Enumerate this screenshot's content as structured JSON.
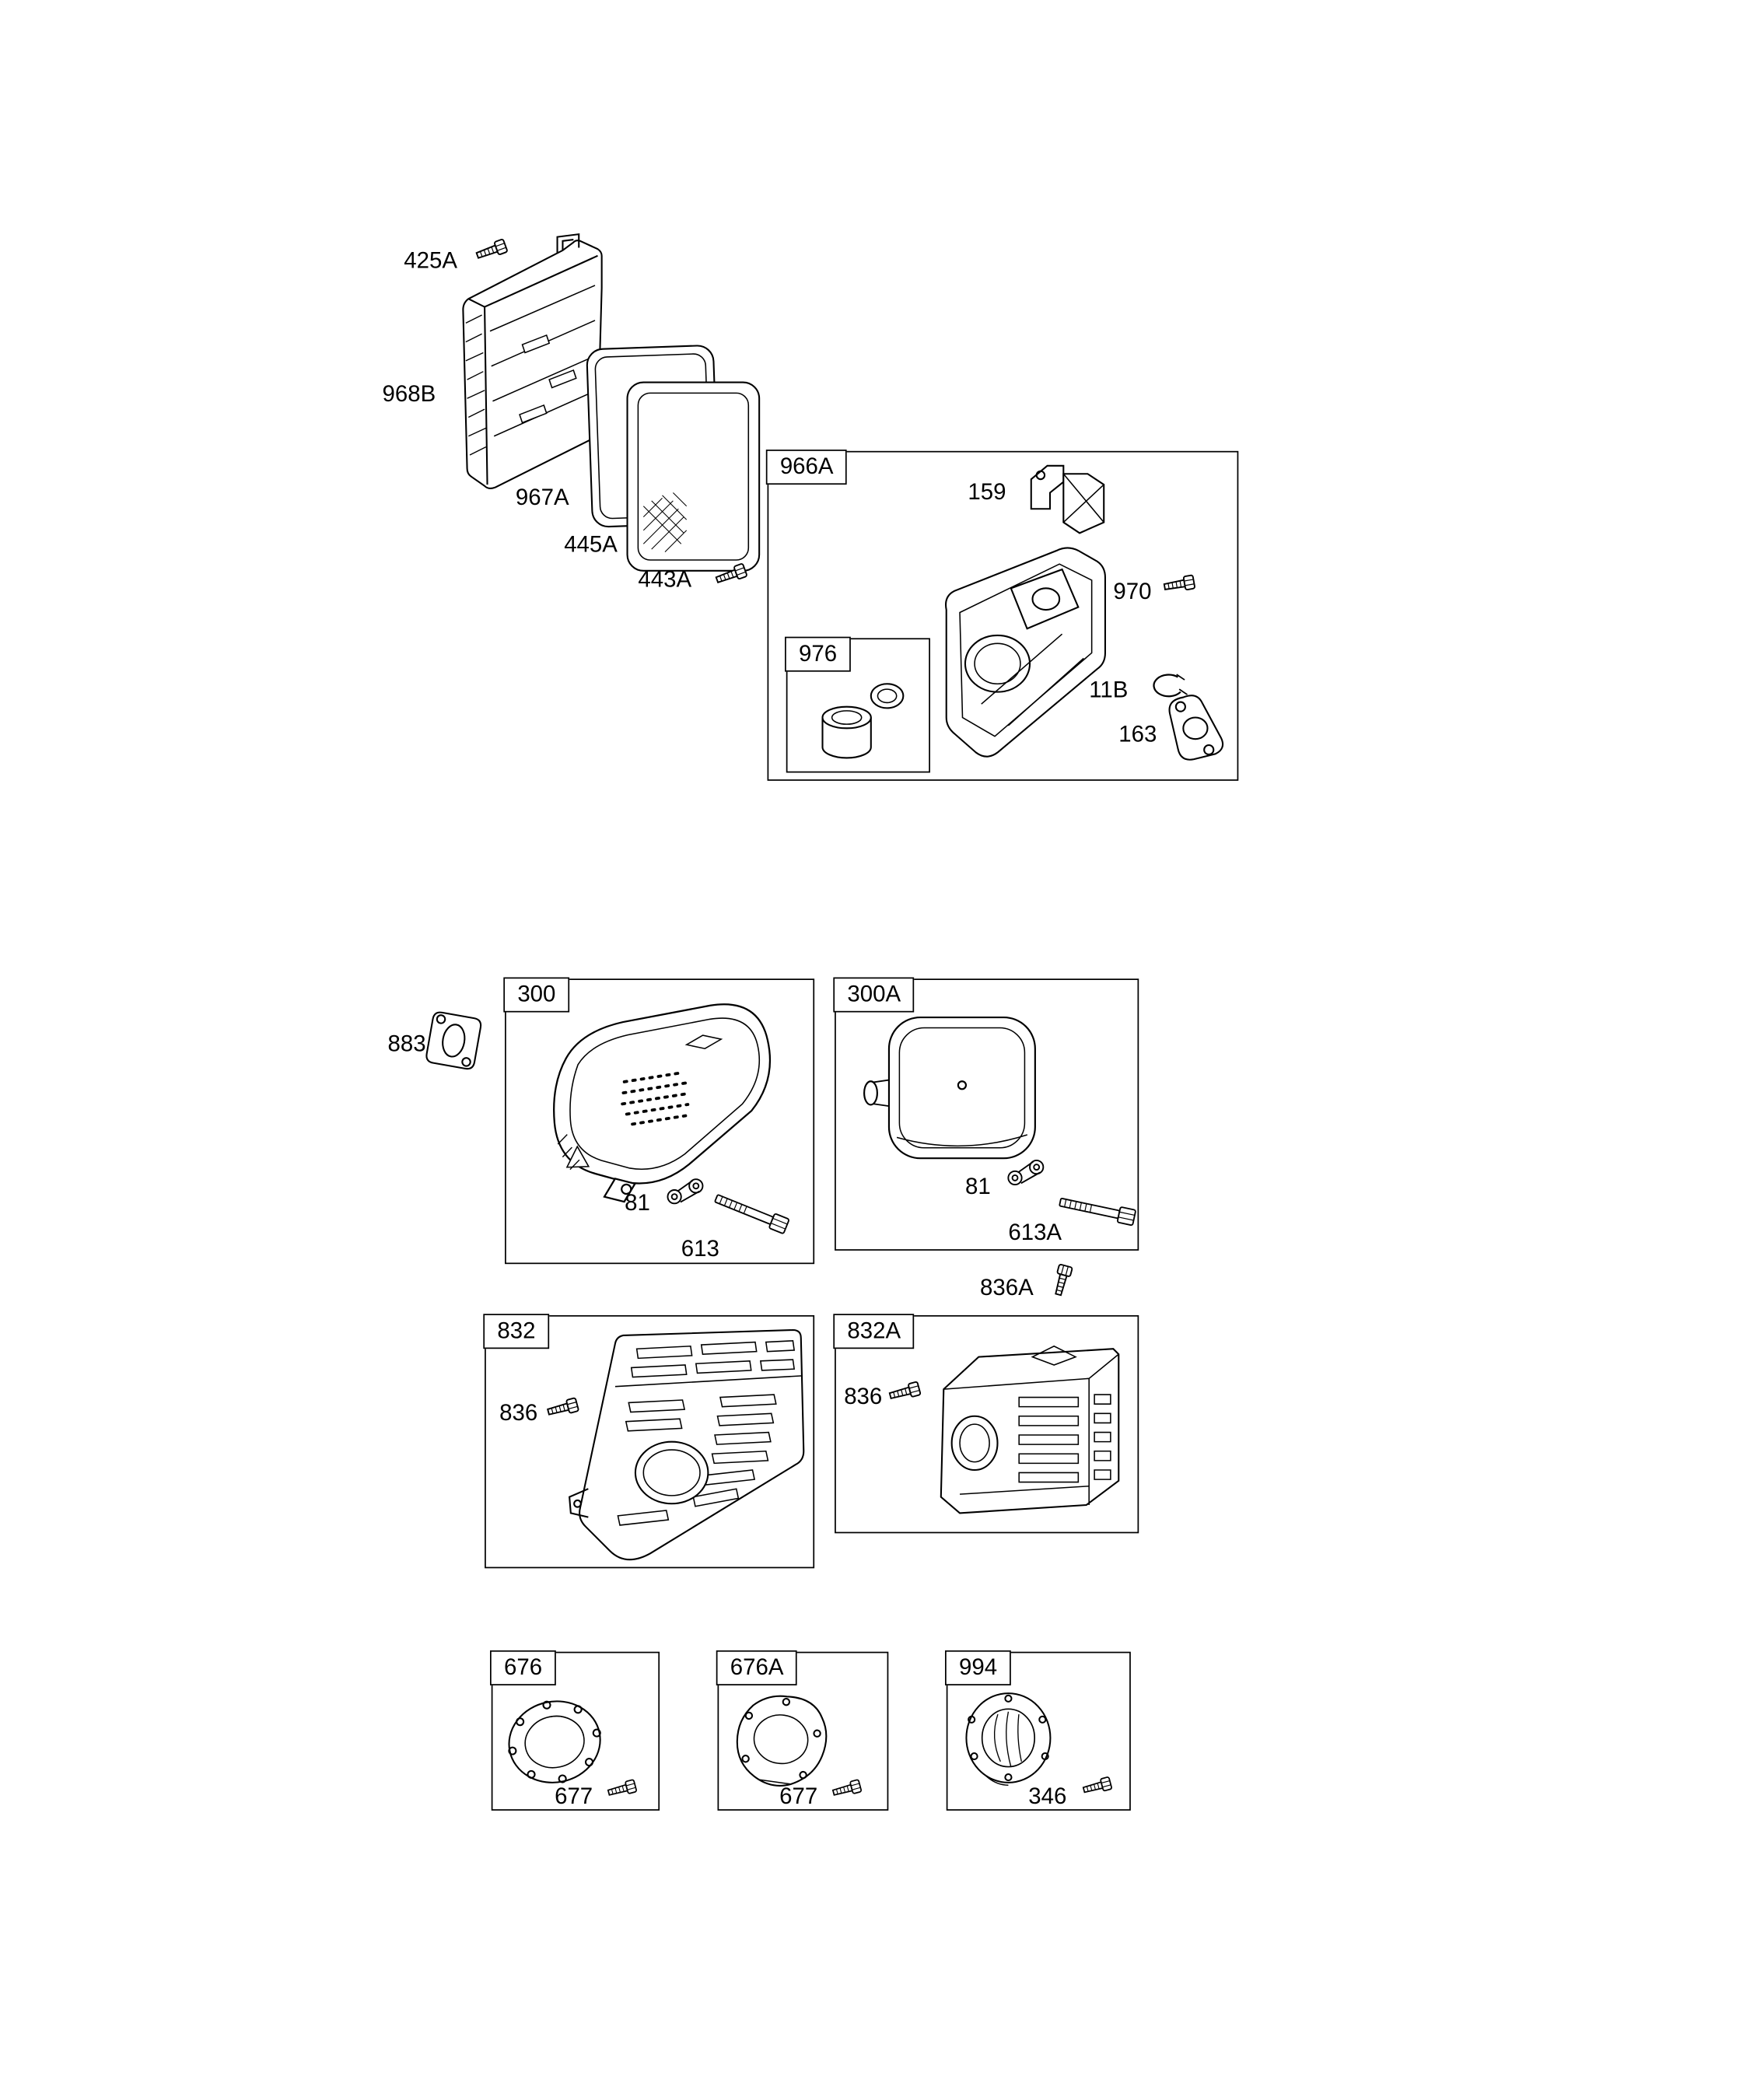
{
  "document": {
    "kind": "engine-parts-diagram"
  },
  "colors": {
    "line": "#000000",
    "background": "#ffffff"
  },
  "boxes": {
    "b966a": {
      "title": "966A"
    },
    "b976": {
      "title": "976"
    },
    "b300": {
      "title": "300"
    },
    "b300a": {
      "title": "300A"
    },
    "b832": {
      "title": "832"
    },
    "b832a": {
      "title": "832A"
    },
    "b676": {
      "title": "676"
    },
    "b676a": {
      "title": "676A"
    },
    "b994": {
      "title": "994"
    }
  },
  "callouts": {
    "c425a": "425A",
    "c968b": "968B",
    "c967a": "967A",
    "c445a": "445A",
    "c443a": "443A",
    "c159": "159",
    "c970": "970",
    "c11b": "11B",
    "c163": "163",
    "c883": "883",
    "c81_left": "81",
    "c613": "613",
    "c81_right": "81",
    "c613a": "613A",
    "c836a": "836A",
    "c836_left": "836",
    "c836_right": "836",
    "c677_left": "677",
    "c677_right": "677",
    "c346": "346"
  }
}
